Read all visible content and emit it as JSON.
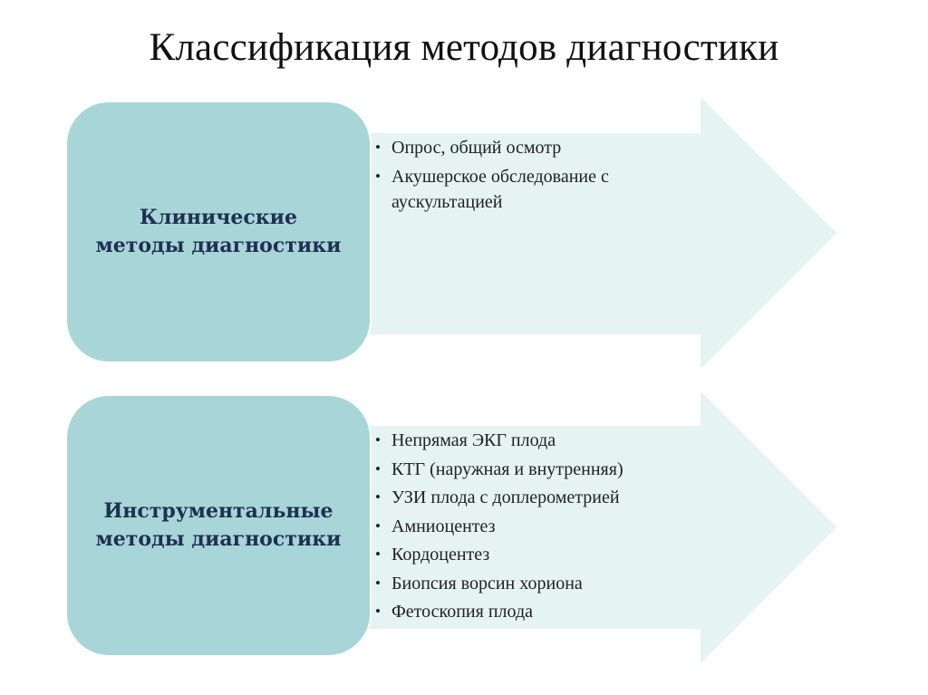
{
  "title": "Классификация методов диагностики",
  "colors": {
    "box_fill": "#a8d5d8",
    "arrow_fill": "#e5f3f3",
    "label_text": "#1f3152"
  },
  "groups": [
    {
      "label": "Клинические\nметоды диагностики",
      "items": [
        "Опрос, общий осмотр",
        "Акушерское обследование с аускультацией"
      ]
    },
    {
      "label": "Инструментальные\nметоды диагностики",
      "items": [
        "Непрямая ЭКГ плода",
        "КТГ (наружная и внутренняя)",
        "УЗИ плода с доплерометрией",
        "Амниоцентез",
        "Кордоцентез",
        "Биопсия ворсин хориона",
        "Фетоскопия плода"
      ]
    }
  ]
}
